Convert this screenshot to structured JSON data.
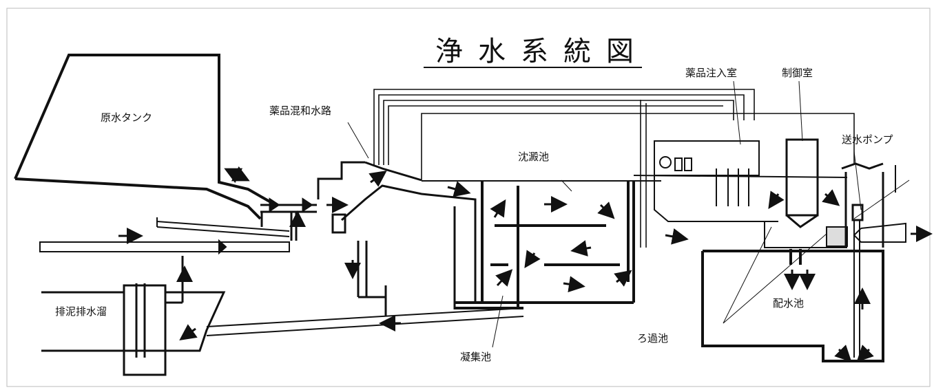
{
  "title": "浄水系統図",
  "labels": {
    "raw_water_tank": "原水タンク",
    "chemical_mixing_channel": "薬品混和水路",
    "sedimentation_basin": "沈澱池",
    "chemical_injection_room": "薬品注入室",
    "control_room": "制御室",
    "pump": "送水ポンプ",
    "sludge_drain": "排泥排水溜",
    "coagulation_basin": "凝集池",
    "filter_basin": "ろ過池",
    "distribution_reservoir": "配水池"
  },
  "colors": {
    "line": "#1a1a1a",
    "background": "#ffffff"
  }
}
